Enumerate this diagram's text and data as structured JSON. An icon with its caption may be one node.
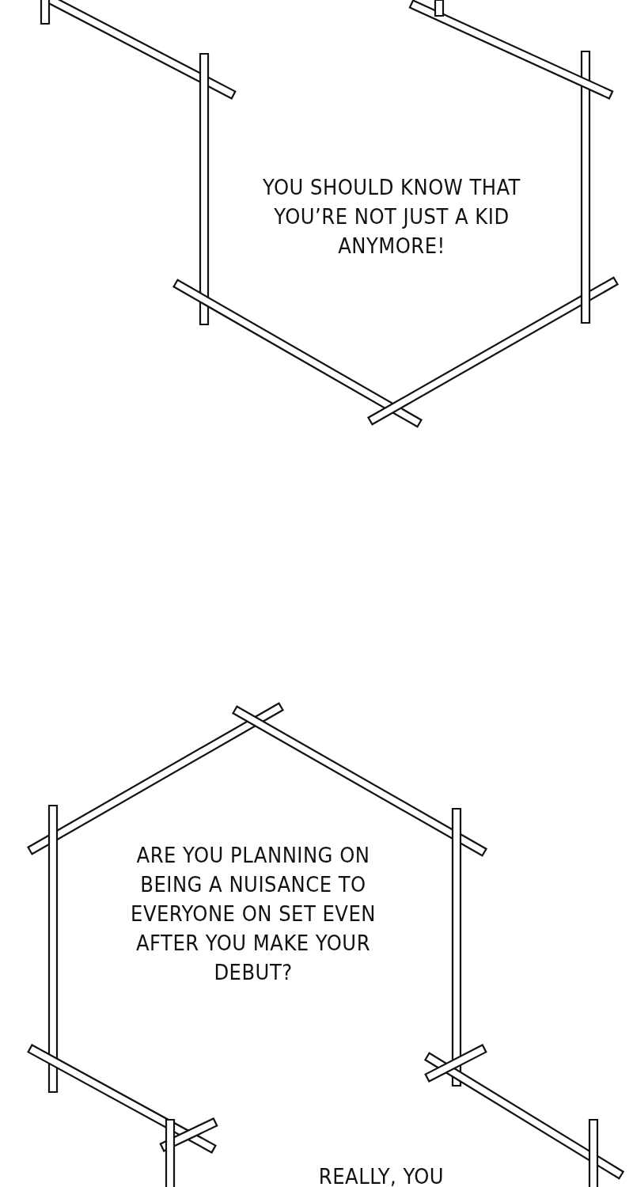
{
  "diagram": {
    "nodes": [
      {
        "text": [
          "YOU SHOULD KNOW THAT YOU’RE NOT JUST A KID ANYMORE!"
        ]
      },
      {
        "text": [
          "ARE YOU PLANNING ON BEING A NUISANCE TO EVERYONE ON SET EVEN AFTER YOU MAKE YOUR DEBUT?"
        ]
      },
      {
        "text": [
          "REALLY, YOU"
        ]
      }
    ]
  }
}
